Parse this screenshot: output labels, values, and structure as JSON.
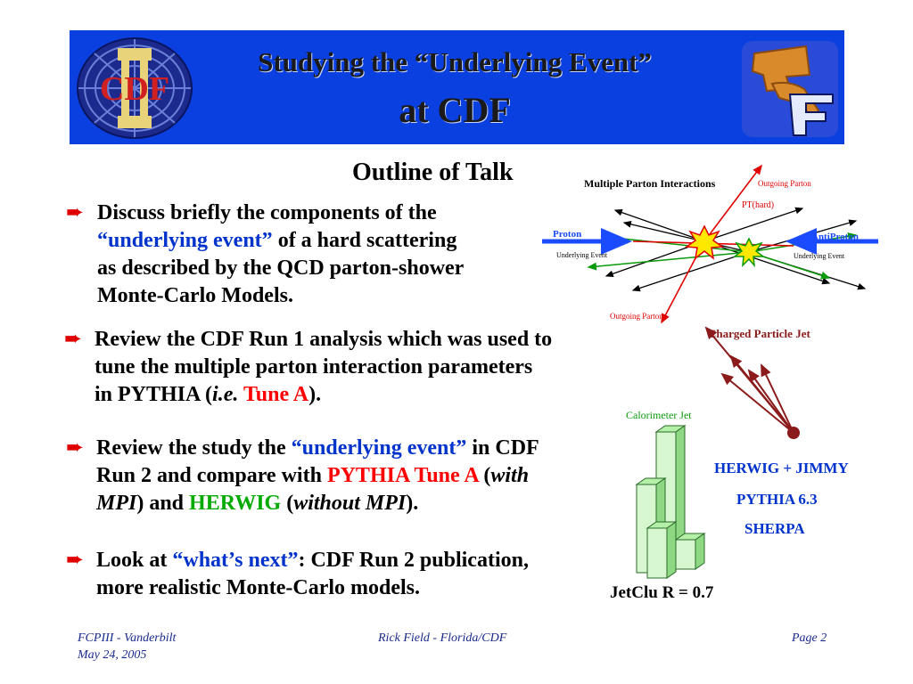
{
  "header": {
    "title_line1": "Studying the “Underlying Event”",
    "title_line2": "at CDF",
    "left_logo_text": "CDF",
    "left_logo_numeral": "II",
    "right_logo_text": "UF"
  },
  "outline_title": "Outline of Talk",
  "bullets": [
    {
      "line1": "Discuss briefly the components of the",
      "line2a": "“underlying event”",
      "line2b": " of a hard scattering",
      "line3": "as described by the QCD parton-shower",
      "line4": "Monte-Carlo Models."
    },
    {
      "line1": "Review the CDF Run 1 analysis which was used to",
      "line2": "tune the multiple parton interaction parameters",
      "line3a": "in PYTHIA (",
      "line3b": "i.e.",
      "line3c": " ",
      "line3d": "Tune A",
      "line3e": ")."
    },
    {
      "line1a": "Review the study the ",
      "line1b": "“underlying event”",
      "line1c": " in CDF",
      "line2a": "Run 2 and compare with ",
      "line2b": "PYTHIA Tune A",
      "line2c": " (",
      "line2d": "with",
      "line3a": "MPI",
      "line3b": ") and ",
      "line3c": "HERWIG",
      "line3d": " (",
      "line3e": "without MPI",
      "line3f": ")."
    },
    {
      "line1a": "Look at ",
      "line1b": "“what’s next”",
      "line1c": ": CDF Run 2 publication,",
      "line2": "more realistic Monte-Carlo models."
    }
  ],
  "diagram": {
    "title": "Multiple Parton Interactions",
    "outgoing_top": "Outgoing Parton",
    "pt_hard": "PT(hard)",
    "proton": "Proton",
    "antiproton": "AntiProton",
    "underlying_left": "Underlying Event",
    "underlying_right": "Underlying Event",
    "outgoing_bottom": "Outgoing Parton"
  },
  "jet_figure": {
    "charged_jet": "Charged Particle Jet",
    "calorimeter_jet": "Calorimeter Jet",
    "jetclu": "JetClu R = 0.7"
  },
  "models": [
    "HERWIG + JIMMY",
    "PYTHIA 6.3",
    "SHERPA"
  ],
  "footer": {
    "left_line1": "FCPIII - Vanderbilt",
    "left_line2": "May 24, 2005",
    "center": "Rick Field - Florida/CDF",
    "right": "Page 2"
  },
  "colors": {
    "banner": "#0a3fe0",
    "accent_red": "#ff0000",
    "accent_blue": "#0033cc",
    "accent_green": "#00aa00"
  }
}
